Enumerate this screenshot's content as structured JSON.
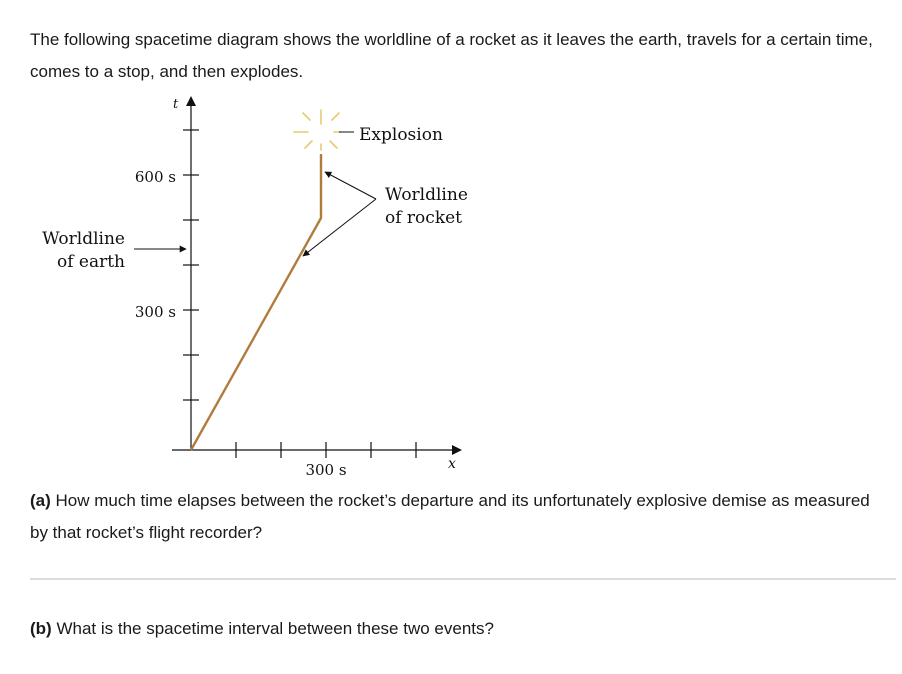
{
  "intro": {
    "text": "The following spacetime diagram shows the worldline of a rocket as it leaves the earth, travels for a certain time, comes to a stop, and then explodes."
  },
  "diagram": {
    "t_axis_label": "t",
    "x_axis_label": "x",
    "tick_600": "600 s",
    "tick_300": "300 s",
    "x_tick_300": "300 s",
    "explosion_label": "Explosion",
    "rocket_label_line1": "Worldline",
    "rocket_label_line2": "of rocket",
    "earth_label_line1": "Worldline",
    "earth_label_line2": "of earth",
    "colors": {
      "rocket_worldline": "#b07c3e",
      "axes": "#111111",
      "explosion": "#e8c873"
    }
  },
  "question_a": {
    "label": "(a)",
    "text": " How much time elapses between the rocket’s departure and its unfortunately explosive demise as measured by that rocket’s flight recorder?"
  },
  "question_b": {
    "label": "(b)",
    "text": " What is the spacetime interval between these two events?"
  }
}
